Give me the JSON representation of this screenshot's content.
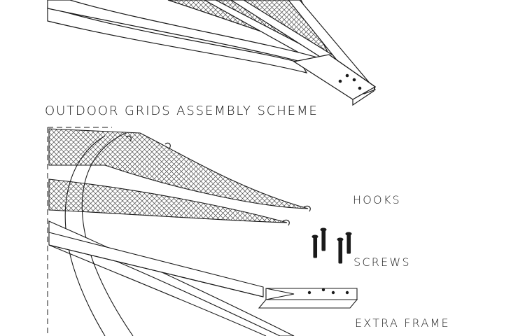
{
  "title": "OUTDOOR GRIDS ASSEMBLY SCHEME",
  "parts": {
    "hooks": "HOOKS",
    "screws": "SCREWS",
    "extra_frame": "EXTRA FRAME"
  },
  "colors": {
    "line": "#1a1a1a",
    "background": "#ffffff",
    "mesh": "#555555"
  },
  "icons": [
    "hook-icon",
    "screw-icon",
    "frame-bolt-icon"
  ]
}
